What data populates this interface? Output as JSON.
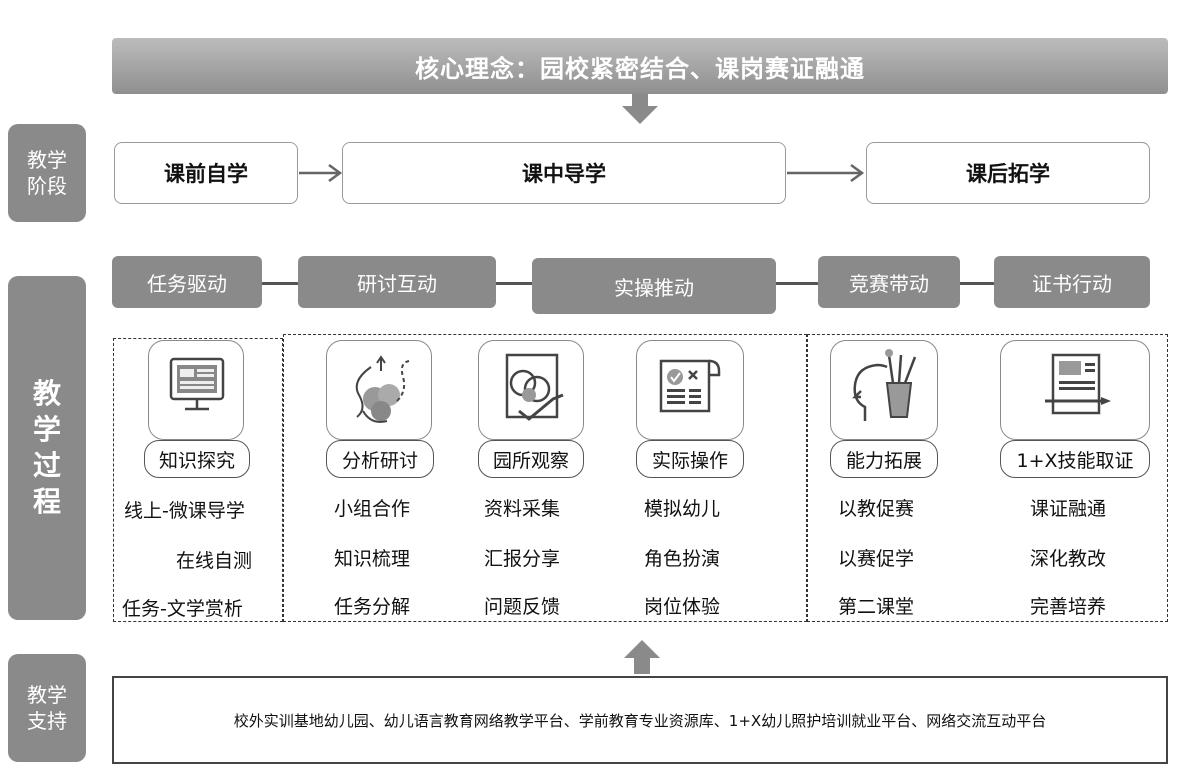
{
  "banner": {
    "text": "核心理念：园校紧密结合、课岗赛证融通"
  },
  "side_labels": {
    "stage": [
      "教学",
      "阶段"
    ],
    "process": [
      "教",
      "学",
      "过",
      "程"
    ],
    "support": [
      "教学",
      "支持"
    ]
  },
  "stages": [
    "课前自学",
    "课中导学",
    "课后拓学"
  ],
  "drivers": [
    "任务驱动",
    "研讨互动",
    "实操推动",
    "竞赛带动",
    "证书行动"
  ],
  "activities": [
    {
      "icon": "computer-icon",
      "label": "知识探究",
      "items": [
        "线上-微课导学",
        "在线自测",
        "任务-文学赏析"
      ]
    },
    {
      "icon": "discussion-icon",
      "label": "分析研讨",
      "items": [
        "小组合作",
        "知识梳理",
        "任务分解"
      ]
    },
    {
      "icon": "observation-icon",
      "label": "园所观察",
      "items": [
        "资料采集",
        "汇报分享",
        "问题反馈"
      ]
    },
    {
      "icon": "checklist-icon",
      "label": "实际操作",
      "items": [
        "模拟幼儿",
        "角色扮演",
        "岗位体验"
      ]
    },
    {
      "icon": "head-tools-icon",
      "label": "能力拓展",
      "items": [
        "以教促赛",
        "以赛促学",
        "第二课堂"
      ]
    },
    {
      "icon": "certificate-icon",
      "label": "1+X技能取证",
      "items": [
        "课证融通",
        "深化教改",
        "完善培养"
      ]
    }
  ],
  "support": {
    "text": "校外实训基地幼儿园、幼儿语言教育网络教学平台、学前教育专业资源库、1+X幼儿照护培训就业平台、网络交流互动平台"
  }
}
